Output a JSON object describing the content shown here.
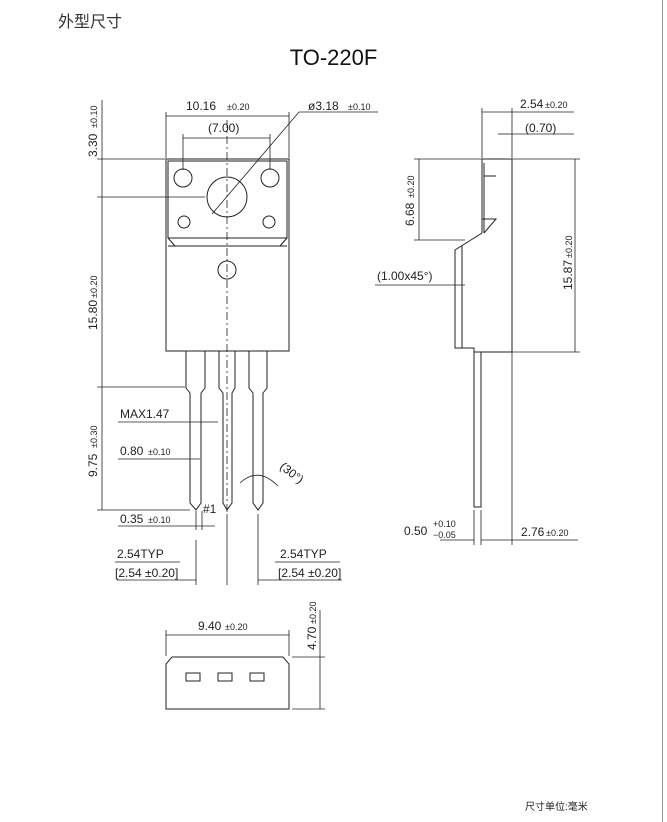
{
  "page": {
    "heading": "外型尺寸",
    "title": "TO-220F",
    "unit_note": "尺寸单位:毫米"
  },
  "dims": {
    "width_main": "10.16",
    "width_main_tol": "±0.20",
    "hole": "ø3.18",
    "hole_tol": "±0.10",
    "inner_width": "(7.00)",
    "top_height": "3.30",
    "top_height_tol": "±0.10",
    "body_height": "15.80",
    "body_height_tol": "±0.20",
    "lead_length": "9.75",
    "lead_length_tol": "±0.30",
    "max_lead": "MAX1.47",
    "lead_width": "0.80",
    "lead_width_tol": "±0.10",
    "pin_one": "#1",
    "lead_thickness_front": "0.35",
    "lead_thickness_front_tol": "±0.10",
    "angle": "(30°)",
    "pitch_typ_left": "2.54TYP",
    "pitch_tol_left": "[2.54 ±0.20]",
    "pitch_typ_right": "2.54TYP",
    "pitch_tol_right": "[2.54 ±0.20]",
    "side_thickness": "2.54",
    "side_thickness_tol": "±0.20",
    "side_tab": "(0.70)",
    "side_upper": "6.68",
    "side_upper_tol": "±0.20",
    "chamfer": "(1.00x45°)",
    "side_height": "15.87",
    "side_height_tol": "±0.20",
    "lead_thick": "0.50",
    "lead_thick_plus": "+0.10",
    "lead_thick_minus": "−0.05",
    "lead_offset": "2.76",
    "lead_offset_tol": "±0.20",
    "bottom_width": "9.40",
    "bottom_width_tol": "±0.20",
    "bottom_height": "4.70",
    "bottom_height_tol": "±0.20"
  }
}
